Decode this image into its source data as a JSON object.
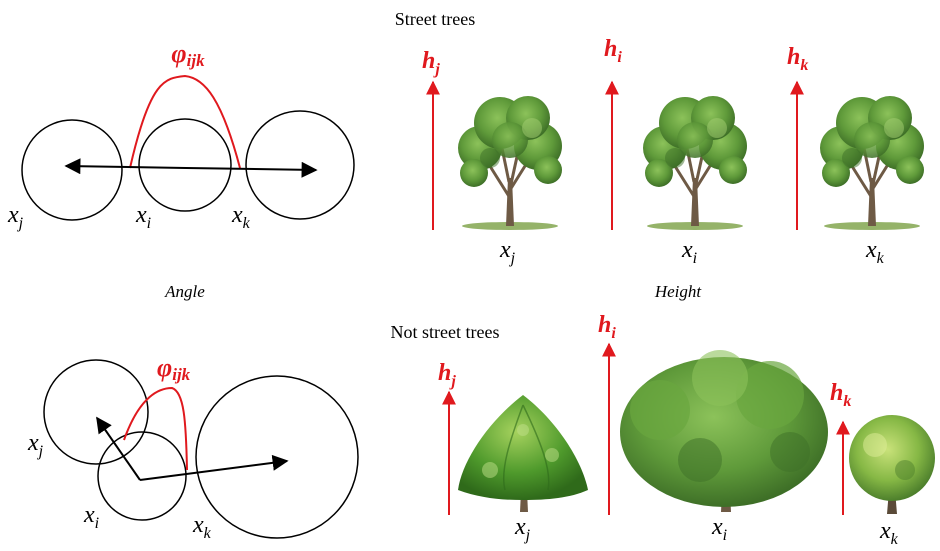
{
  "top": {
    "title": "Street trees",
    "angle_caption": "Angle",
    "height_caption": "Height",
    "phi": {
      "main": "φ",
      "sub": "ijk"
    },
    "nodes": [
      {
        "main": "x",
        "sub": "j"
      },
      {
        "main": "x",
        "sub": "i"
      },
      {
        "main": "x",
        "sub": "k"
      }
    ],
    "heights": [
      {
        "main": "h",
        "sub": "j"
      },
      {
        "main": "h",
        "sub": "i"
      },
      {
        "main": "h",
        "sub": "k"
      }
    ],
    "tree_labels": [
      {
        "main": "x",
        "sub": "j"
      },
      {
        "main": "x",
        "sub": "i"
      },
      {
        "main": "x",
        "sub": "k"
      }
    ]
  },
  "bottom": {
    "title": "Not street trees",
    "phi": {
      "main": "φ",
      "sub": "ijk"
    },
    "nodes": [
      {
        "main": "x",
        "sub": "j"
      },
      {
        "main": "x",
        "sub": "i"
      },
      {
        "main": "x",
        "sub": "k"
      }
    ],
    "heights": [
      {
        "main": "h",
        "sub": "j"
      },
      {
        "main": "h",
        "sub": "i"
      },
      {
        "main": "h",
        "sub": "k"
      }
    ],
    "tree_labels": [
      {
        "main": "x",
        "sub": "j"
      },
      {
        "main": "x",
        "sub": "i"
      },
      {
        "main": "x",
        "sub": "k"
      }
    ]
  },
  "colors": {
    "accent_red": "#e0191e",
    "line_black": "#000000",
    "foliage_green": "#5f9a3a",
    "trunk_brown": "#6e5a45"
  }
}
